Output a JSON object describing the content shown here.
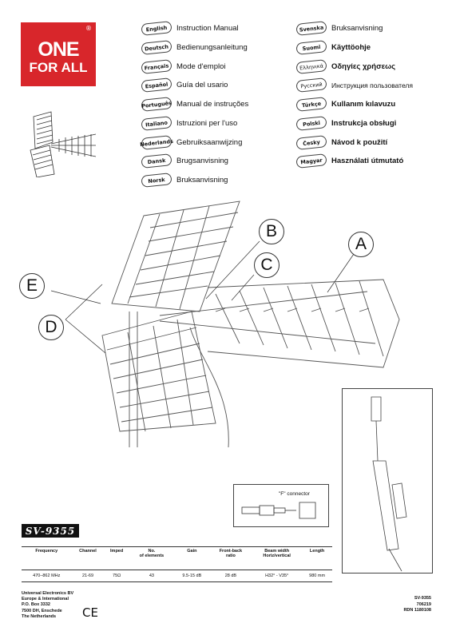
{
  "brand": {
    "line1": "ONE",
    "line2": "FOR ALL",
    "reg": "®"
  },
  "languages_left": [
    {
      "tag": "English",
      "title": "Instruction Manual"
    },
    {
      "tag": "Deutsch",
      "title": "Bedienungsanleitung"
    },
    {
      "tag": "Français",
      "title": "Mode d'emploi"
    },
    {
      "tag": "Español",
      "title": "Guía del usario"
    },
    {
      "tag": "Português",
      "title": "Manual de instruções"
    },
    {
      "tag": "Italiano",
      "title": "Istruzioni per l'uso"
    },
    {
      "tag": "Nederlands",
      "title": "Gebruiksaanwijzing"
    },
    {
      "tag": "Dansk",
      "title": "Brugsanvisning"
    },
    {
      "tag": "Norsk",
      "title": "Bruksanvisning"
    }
  ],
  "languages_right": [
    {
      "tag": "Svenska",
      "title": "Bruksanvisning"
    },
    {
      "tag": "Suomi",
      "title": "Käyttöohje"
    },
    {
      "tag": "Ελληνικά",
      "title": "Οδηγίες χρήσεως"
    },
    {
      "tag": "Русский",
      "title": "Инструкция пользователя"
    },
    {
      "tag": "Türkçe",
      "title": "Kullanım kılavuzu"
    },
    {
      "tag": "Polski",
      "title": "Instrukcja obsługi"
    },
    {
      "tag": "Česky",
      "title": "Návod k použití"
    },
    {
      "tag": "Magyar",
      "title": "Használati útmutató"
    }
  ],
  "callouts": {
    "a": "A",
    "b": "B",
    "c": "C",
    "d": "D",
    "e": "E"
  },
  "connector_label": "\"F\" connector",
  "model": "SV-9355",
  "spec_headers": [
    "Frequency",
    "Channel",
    "Imped",
    "No.\nof elements",
    "Gain",
    "Front-back\nratio",
    "Beam width\nHoriz/vertical",
    "Length"
  ],
  "spec_values": [
    "470–862 MHz",
    "21-69",
    "75Ω",
    "43",
    "9.5-15 dB",
    "28 dB",
    "H32° - V35°",
    "980 mm"
  ],
  "address": [
    "Universal Electronics BV",
    "Europe & International",
    "P.O. Box 3332",
    "7500 DH, Enschede",
    "The Netherlands"
  ],
  "ce_mark": "CE",
  "codes": [
    "SV-9355",
    "706219",
    "RDN 1180108"
  ]
}
